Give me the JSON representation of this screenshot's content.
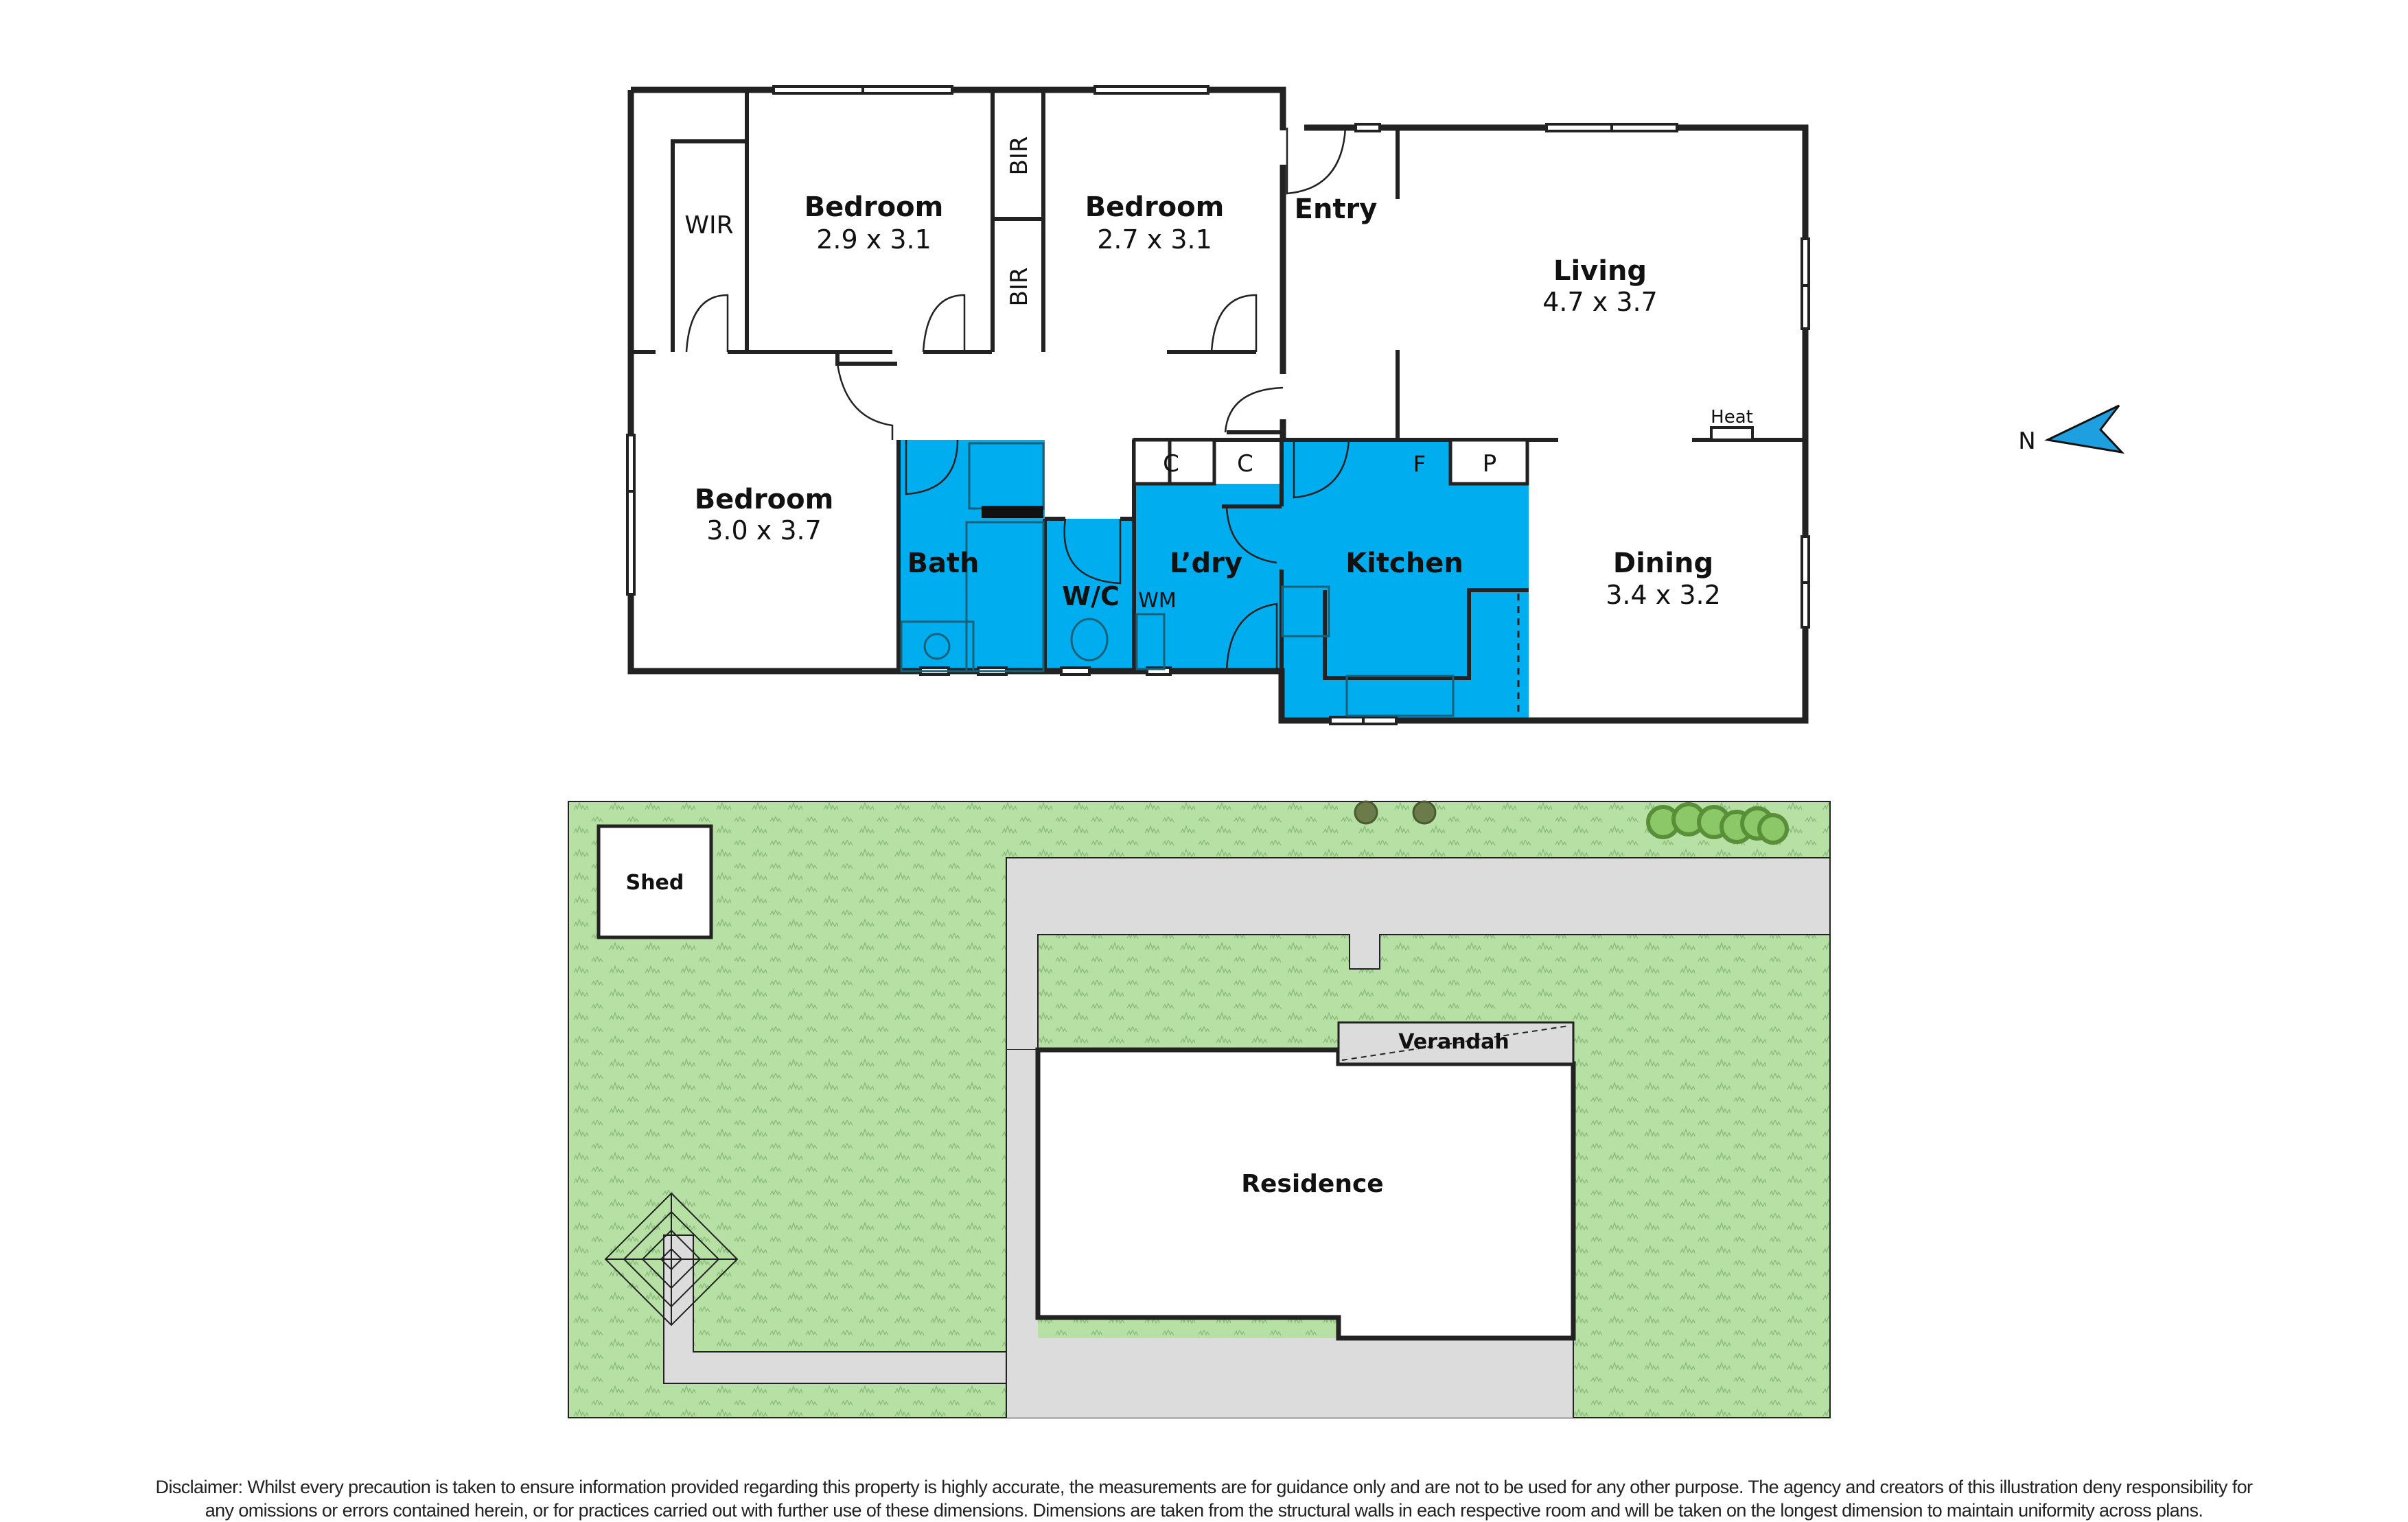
{
  "floorplan": {
    "rooms": [
      {
        "id": "wir",
        "name": "WIR",
        "dims": ""
      },
      {
        "id": "bed1",
        "name": "Bedroom",
        "dims": "2.9 x 3.1"
      },
      {
        "id": "bir1",
        "name": "BIR",
        "dims": ""
      },
      {
        "id": "bir2",
        "name": "BIR",
        "dims": ""
      },
      {
        "id": "bed2",
        "name": "Bedroom",
        "dims": "2.7 x 3.1"
      },
      {
        "id": "entry",
        "name": "Entry",
        "dims": ""
      },
      {
        "id": "living",
        "name": "Living",
        "dims": "4.7 x 3.7"
      },
      {
        "id": "bed3",
        "name": "Bedroom",
        "dims": "3.0 x 3.7"
      },
      {
        "id": "bath",
        "name": "Bath",
        "dims": ""
      },
      {
        "id": "wc",
        "name": "W/C",
        "dims": ""
      },
      {
        "id": "ldry",
        "name": "L’dry",
        "dims": ""
      },
      {
        "id": "kitchen",
        "name": "Kitchen",
        "dims": ""
      },
      {
        "id": "dining",
        "name": "Dining",
        "dims": "3.4 x 3.2"
      }
    ],
    "fixtures": {
      "cupboard1": "C",
      "cupboard2": "C",
      "fridge": "F",
      "pantry": "P",
      "washing_machine": "WM",
      "heater": "Heat"
    },
    "wet_area_color": "#00aeef"
  },
  "compass": {
    "label": "N",
    "color": "#1e9fe0"
  },
  "siteplan": {
    "shed": "Shed",
    "verandah": "Verandah",
    "residence": "Residence",
    "lawn_color": "#b7e0a5",
    "paving_color": "#dcdcdc"
  },
  "disclaimer": {
    "line1": "Disclaimer: Whilst every precaution is taken to ensure information provided regarding this property is highly accurate, the measurements are for guidance only and are not to be used for any other purpose. The agency and creators of this illustration deny responsibility for",
    "line2": "any omissions or errors contained herein, or for practices carried out with further use of these dimensions. Dimensions are taken from the structural walls in each respective room and will be taken on the longest dimension to maintain uniformity across plans."
  }
}
